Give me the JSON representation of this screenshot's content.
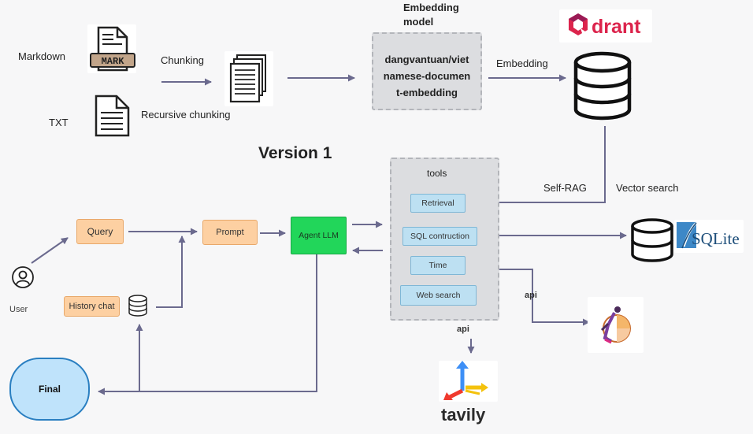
{
  "title": "Version 1",
  "inputs": {
    "markdown_label": "Markdown",
    "txt_label": "TXT",
    "mark_text": "MARK"
  },
  "steps": {
    "chunking": "Chunking",
    "recursive_chunking": "Recursive chunking",
    "embedding": "Embedding"
  },
  "embedding_model": {
    "heading": "Embedding model",
    "name": "dangvantuan/vietnamese-document-embedding",
    "name_lines": [
      "dangvantuan/viet",
      "namese-documen",
      "t-embedding"
    ]
  },
  "vector_db": {
    "brand": "drant",
    "self_rag": "Self-RAG",
    "vector_search": "Vector search"
  },
  "tools": {
    "heading": "tools",
    "items": [
      "Retrieval",
      "SQL contruction",
      "Time",
      "Web search"
    ]
  },
  "agent": {
    "query": "Query",
    "prompt": "Prompt",
    "agent_llm": "Agent LLM",
    "history_chat": "History chat",
    "user": "User",
    "final": "Final"
  },
  "external": {
    "sqlite": "SQLite",
    "api_time": "api",
    "api_web": "api",
    "tavily": "tavily"
  },
  "colors": {
    "arrow": "#6b6a8e",
    "agent_green": "#22d65a",
    "final_blue": "#bfe3fb",
    "qdrant_red": "#dc244c",
    "tavily_blue": "#3d8ff6",
    "tavily_red": "#f03a2e",
    "tavily_yellow": "#f4c20d"
  }
}
